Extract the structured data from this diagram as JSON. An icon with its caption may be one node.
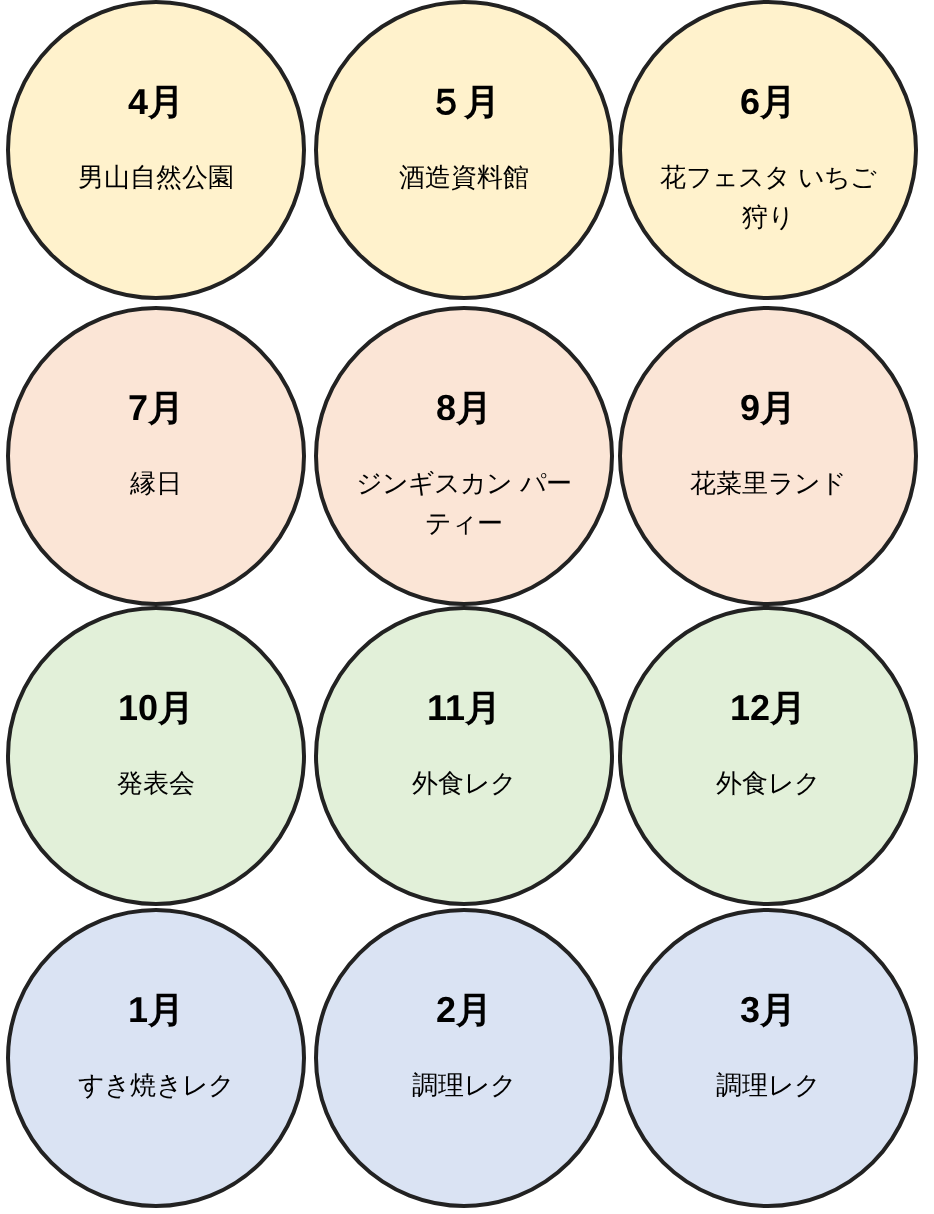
{
  "diagram": {
    "nodes": [
      {
        "text": [
          "4月",
          "男山自然公園"
        ]
      },
      {
        "text": [
          "５月",
          "酒造資料館"
        ]
      },
      {
        "text": [
          "6月",
          "花フェスタ いちご狩り"
        ]
      },
      {
        "text": [
          "7月",
          "縁日"
        ]
      },
      {
        "text": [
          "8月",
          "ジンギスカン パーティー"
        ]
      },
      {
        "text": [
          "9月",
          "花菜里ランド"
        ]
      },
      {
        "text": [
          "10月",
          "発表会"
        ]
      },
      {
        "text": [
          "11月",
          "外食レク"
        ]
      },
      {
        "text": [
          "12月",
          "外食レク"
        ]
      },
      {
        "text": [
          "1月",
          "すき焼きレク"
        ]
      },
      {
        "text": [
          "2月",
          "調理レク"
        ]
      },
      {
        "text": [
          "3月",
          "調理レク"
        ]
      }
    ]
  }
}
